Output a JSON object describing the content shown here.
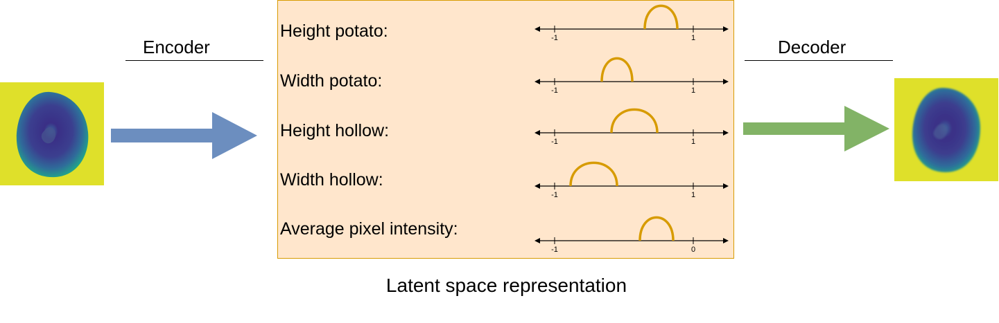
{
  "encoder": {
    "label": "Encoder"
  },
  "decoder": {
    "label": "Decoder"
  },
  "colors": {
    "panel_fill": "#ffe6cc",
    "panel_border": "#d79b00",
    "distribution_curve": "#d79b00",
    "encoder_arrow": "#6c8ebf",
    "decoder_arrow": "#82b366",
    "image_background": "#dfe02a",
    "image_potato_outer": "#1e9a8a",
    "image_potato_inner": "#3b2a7e"
  },
  "latent_variables": [
    {
      "label": "Height potato:",
      "tick_left": "-1",
      "tick_right": "1",
      "range": [
        -1,
        1
      ],
      "curve_span": [
        0.3,
        0.77
      ]
    },
    {
      "label": "Width potato:",
      "tick_left": "-1",
      "tick_right": "1",
      "range": [
        -1,
        1
      ],
      "curve_span": [
        -0.32,
        0.12
      ]
    },
    {
      "label": "Height hollow:",
      "tick_left": "-1",
      "tick_right": "1",
      "range": [
        -1,
        1
      ],
      "curve_span": [
        -0.18,
        0.48
      ]
    },
    {
      "label": "Width hollow:",
      "tick_left": "-1",
      "tick_right": "1",
      "range": [
        -1,
        1
      ],
      "curve_span": [
        -0.77,
        -0.1
      ]
    },
    {
      "label": "Average pixel intensity:",
      "tick_left": "-1",
      "tick_right": "0",
      "range": [
        -1,
        0
      ],
      "curve_span": [
        -0.385,
        -0.145
      ]
    }
  ],
  "caption": "Latent space representation",
  "icons": {
    "input_image": "potato-scan-image",
    "output_image": "potato-reconstruction-image",
    "encoder_arrow": "right-arrow-icon",
    "decoder_arrow": "right-arrow-icon"
  }
}
